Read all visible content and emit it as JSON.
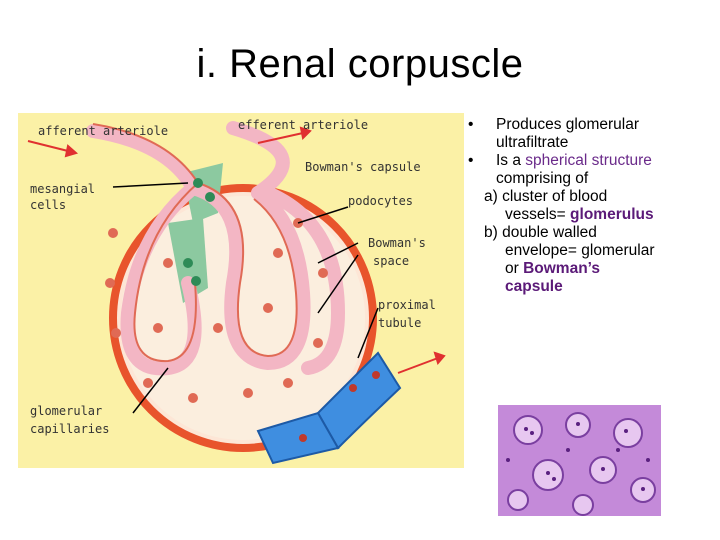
{
  "slide": {
    "title": "i. Renal corpuscle"
  },
  "diagram_labels": {
    "afferent": "afferent arteriole",
    "efferent": "efferent arteriole",
    "bowman_capsule": "Bowman's capsule",
    "mesangial_1": "mesangial",
    "mesangial_2": "cells",
    "podocytes": "podocytes",
    "bowman_space_1": "Bowman's",
    "bowman_space_2": "space",
    "proximal_1": "proximal",
    "proximal_2": "tubule",
    "glomerular_1": "glomerular",
    "glomerular_2": "capillaries"
  },
  "bullets": {
    "marker": "•",
    "b1_l1": "Produces glomerular",
    "b1_l2": "ultrafiltrate",
    "b2_pre": "Is a ",
    "b2_hl": "spherical structure",
    "b2_l2": "comprising of",
    "a_l1": "a) cluster of blood",
    "a_l2_pre": "vessels= ",
    "a_l2_hl": "glomerulus",
    "b_l1": "b) double walled",
    "b_l2": "envelope= glomerular",
    "b_l3_pre": "or ",
    "b_l3_hl": "Bowman’s",
    "b_l4_hl": "capsule"
  },
  "colors": {
    "diagram_bg": "#fbf1a6",
    "capsule_red": "#e8542c",
    "vessel_pink": "#f3b6c4",
    "vessel_red": "#e06a55",
    "tubule_blue": "#3f8ee0",
    "mesangial_green": "#8cc9a0",
    "accent_purple": "#6a2a8a",
    "histology_purple": "#c48ad9"
  },
  "icons": {
    "diagram": "renal-corpuscle-diagram",
    "micrograph": "kidney-histology-micrograph"
  }
}
